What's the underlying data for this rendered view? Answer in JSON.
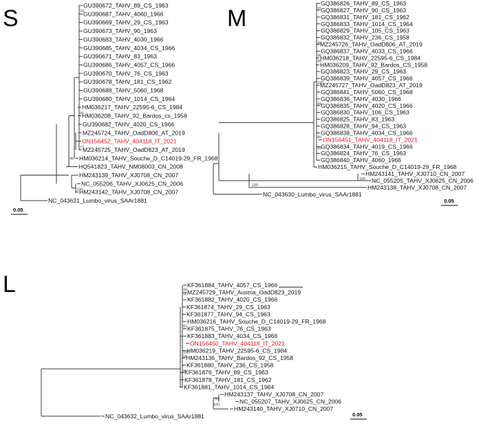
{
  "figure": {
    "highlight_color": "#e8141b",
    "panels": [
      {
        "id": "S",
        "letter": "S",
        "scale_label": "0.05",
        "leaves": [
          "GU390672_TAHV_89_CS_1963",
          "GU390687_TAHV_4060_1966",
          "GU390669_TAHV_29_CS_1963",
          "GU390673_TAHV_90_1963",
          "GU390683_TAHV_4030_1966",
          "GU390685_TAHV_4034_CS_1966",
          "GU390671_TAHV_83_1963",
          "GU390686_TAHV_4057_CS_1966",
          "GU390670_TAHV_76_CS_1963",
          "GU390678_TAHV_181_CS_1962",
          "GU390688_TAHV_5060_1968",
          "GU390680_TAHV_1014_CS_1964",
          "HM036217_TAHV_22595-6_CS_1984",
          "HM036208_TAHV_92_Bardos_cs_1958",
          "GU390682_TAHV_4020_CS_1966",
          "MZ245724_TAHV_OadD806_AT_2019",
          "ON156452_TAHV_404118_IT_2021",
          "MZ245725_TAHV_OadD823_AT_2019",
          "HM036214_TAHV_Souche_D_C14019-29_FR_1968",
          "HQ541823_TAHV_NM08003_CN_2008",
          "HM243139_TAHV_XJ0708_CN_2007",
          "NC_055206_TAHV_XJ0625_CN_2006",
          "HM243142_TAHV_XJ0708_CN_2007",
          "NC_043631_Lumbo_virus_SAAr1881"
        ],
        "highlight_index": 16,
        "bootstrap": [
          "78",
          "85",
          "77",
          "98",
          "100"
        ]
      },
      {
        "id": "M",
        "letter": "M",
        "scale_label": "0.05",
        "leaves": [
          "GQ386826_TAHV_89_CS_1963",
          "GQ386827_TAHV_90_CS_1963",
          "GQ386831_TAHV_181_CS_1962",
          "GQ386833_TAHV_1014_CS_1964",
          "GQ386829_TAHV_105_CS_1963",
          "GQ386832_TAHV_236_CS_1958",
          "MZ245726_TAHV_OadD806_AT_2019",
          "GQ386837_TAHV_4033_CS_1966",
          "HM036218_TAHV_22595-6_CS_1984",
          "HM036209_TAHV_92_Bardos_CS_1958",
          "GQ386823_TAHV_29_CS_1963",
          "GQ386839_TAHV_4057_CS_1966",
          "MZ245727_TAHV_OadD823_AT_2019",
          "GQ386841_TAHV_5060_CS_1968",
          "GQ386836_TAHV_4030_1966",
          "GQ386835_TAHV_4020_CS_1966",
          "GQ386830_TAHV_106_CS_1963",
          "GQ386825_TAHV_83_1963",
          "GQ386828_TAHV_94_CS_1963",
          "GQ386838_TAHV_4034_CS_1966",
          "ON156451_TAHV_404118_IT_2021",
          "GQ386834_TAHV_4019_CS_1966",
          "GQ386824_TAHV_76_CS_1963",
          "GQ386840_TAHV_4060_1966",
          "HM036215_TAHV_Souche_D_C14019-29_FR_1968",
          "HM243141_TAHV_XJ0710_CN_2007",
          "NC_055205_TAHV_XJ0625_CN_2006",
          "HM243138_TAHV_XJ0708_CN_2007",
          "NC_043630_Lumbo_virus_SAAr1881"
        ],
        "highlight_index": 20,
        "bootstrap": [
          "91",
          "88",
          "98",
          "99",
          "100",
          "94",
          "89",
          "99",
          "100",
          "100"
        ]
      },
      {
        "id": "L",
        "letter": "L",
        "scale_label": "0.05",
        "leaves": [
          "KF361884_TAHV_4057_CS_1966",
          "MZ245729_TAHV_Austria_OadD823_2019",
          "KF361882_TAHV_4020_CS_1966",
          "KF361874_TAHV_29_CS_1963",
          "KF361877_TAHV_94_CS_1963",
          "HM036216_TAHV_Souche_D_C14019-29_FR_1968",
          "KF361875_TAHV_76_CS_1963",
          "KF361883_TAHV_4034_CS_1966",
          "ON156450_TAHV_404118_IT_2021",
          "HM036219_TAHV_22595-6_CS_1984",
          "HM243136_TAHV_Bardos_92_CS_1958",
          "KF361880_TAHV_236_CS_1958",
          "KF361876_TAHV_89_CS_1963",
          "KF361878_TAHV_181_CS_1962",
          "KF361881_TAHV_1014_CS_1964",
          "HM243137_TAHV_XJ0708_CN_2007",
          "NC_055207_TAHV_XJ0625_CN_2006",
          "HM243140_TAHV_XJ0710_CN_2007",
          "NC_043632_Lumbo_virus_SAAr1881"
        ],
        "highlight_index": 8,
        "bootstrap": [
          "99",
          "98",
          "82",
          "100",
          "99",
          "87",
          "93",
          "100"
        ]
      }
    ]
  }
}
